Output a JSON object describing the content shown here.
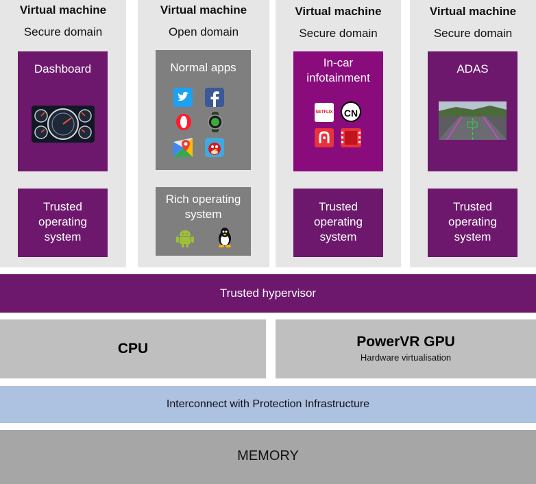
{
  "vms": [
    {
      "title": "Virtual machine",
      "domain": "Secure domain",
      "app": "Dashboard",
      "os": "Trusted operating system"
    },
    {
      "title": "Virtual machine",
      "domain": "Open domain",
      "app": "Normal apps",
      "os": "Rich operating system"
    },
    {
      "title": "Virtual machine",
      "domain": "Secure domain",
      "app": "In-car infotainment",
      "os": "Trusted operating system"
    },
    {
      "title": "Virtual machine",
      "domain": "Secure domain",
      "app": "ADAS",
      "os": "Trusted operating system"
    }
  ],
  "os_lines": {
    "trusted": [
      "Trusted",
      "operating",
      "system"
    ],
    "rich": [
      "Rich operating",
      "system"
    ]
  },
  "app_lines": {
    "infotainment": [
      "In-car",
      "infotainment"
    ]
  },
  "app_icons": [
    "twitter-icon",
    "facebook-icon",
    "opera-icon",
    "smartwatch-icon",
    "google-maps-icon",
    "angry-birds-icon"
  ],
  "infotainment_icons": {
    "netflix": "NETFLIX",
    "cn": "CN"
  },
  "hypervisor": "Trusted hypervisor",
  "cpu": "CPU",
  "gpu": {
    "title": "PowerVR GPU",
    "subtitle": "Hardware virtualisation"
  },
  "interconnect": "Interconnect with Protection Infrastructure",
  "memory": "MEMORY",
  "colors": {
    "purple": "#6d186d",
    "bright_purple": "#8a0b7c",
    "grey_box": "#7f7f7f",
    "vm_bg": "#e6e6e6",
    "hw_bg": "#bfbfbf",
    "interconnect": "#adc1e0",
    "memory": "#a6a6a6"
  }
}
